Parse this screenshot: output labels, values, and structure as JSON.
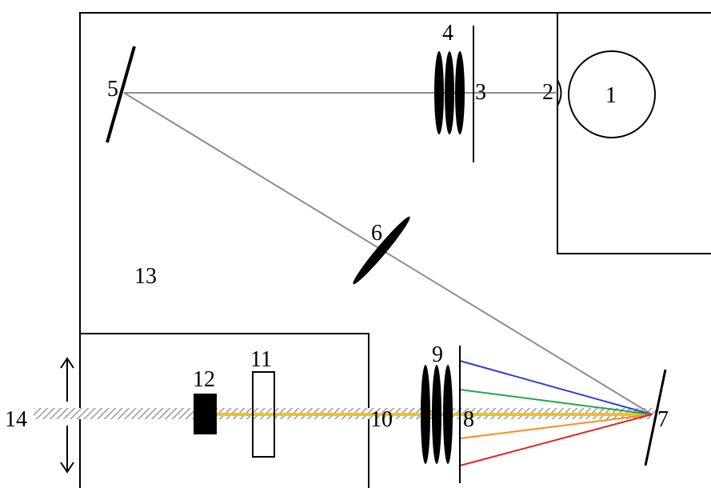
{
  "labels": {
    "source": "1",
    "entrance_slit": "2",
    "filter_slit": "3",
    "entrance_lens": "4",
    "mirror_upper": "5",
    "lens_middle": "6",
    "grating": "7",
    "exit_slit": "8",
    "exit_lens": "9",
    "exit_port": "10",
    "sample_cell": "11",
    "detector": "12",
    "housing": "13",
    "output_beam": "14"
  },
  "colors": {
    "line": "#000000",
    "ray": "#8c8c8c",
    "hatch": "#9a9a9a",
    "yellow_ray": "#f2c21a",
    "spectrum": [
      "#2b3fd6",
      "#1fa84a",
      "#ff8a1f",
      "#e0201c"
    ]
  },
  "icons": {
    "translation_arrow": "double-vertical-arrow-icon"
  }
}
